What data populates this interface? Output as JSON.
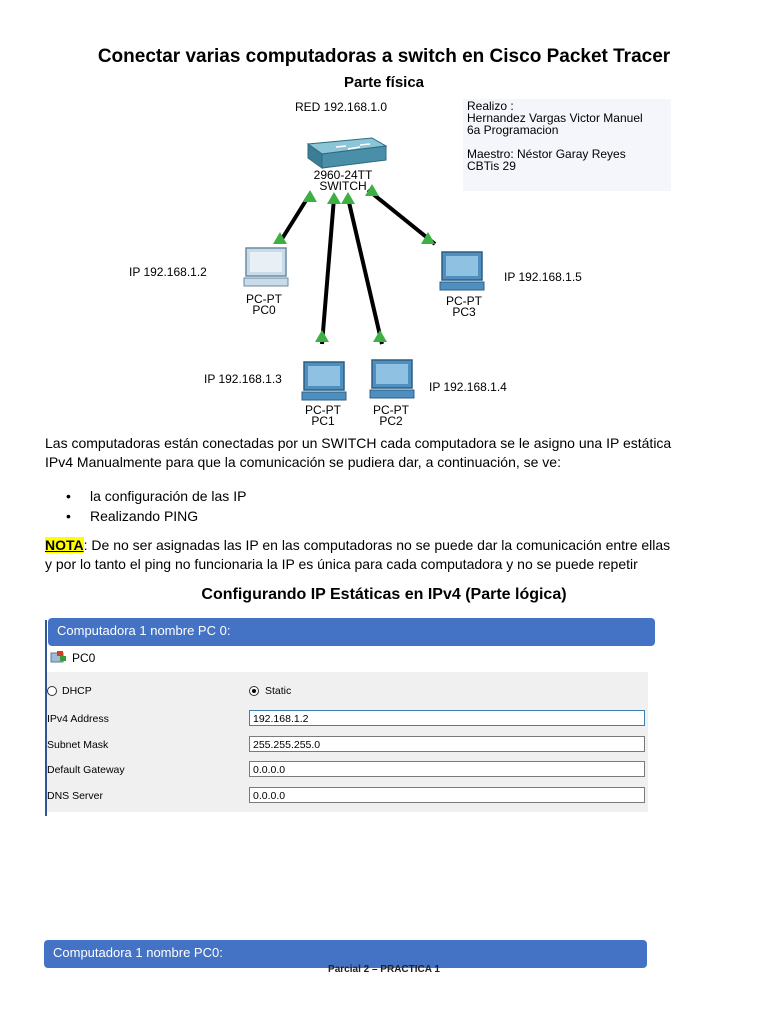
{
  "document": {
    "title": "Conectar varias computadoras a switch en Cisco Packet Tracer",
    "subtitle": "Parte física"
  },
  "topology": {
    "network_label": "RED 192.168.1.0",
    "switch": {
      "model": "2960-24TT",
      "name": "SWITCH"
    },
    "info_lines": [
      "Realizo :",
      "Hernandez Vargas Victor Manuel",
      "6a Programacion",
      "",
      "Maestro: Néstor Garay Reyes",
      "CBTis 29"
    ],
    "pcs": [
      {
        "type": "PC-PT",
        "name": "PC0",
        "ip": "IP 192.168.1.2"
      },
      {
        "type": "PC-PT",
        "name": "PC1",
        "ip": "IP 192.168.1.3"
      },
      {
        "type": "PC-PT",
        "name": "PC2",
        "ip": "IP 192.168.1.4"
      },
      {
        "type": "PC-PT",
        "name": "PC3",
        "ip": "IP 192.168.1.5"
      }
    ],
    "colors": {
      "link": "#000000",
      "link_light": "#3cb043",
      "switch": "#4a8fa8",
      "monitor": "#7ab3d8"
    }
  },
  "body": {
    "intro_line1": "Las computadoras están conectadas por un SWITCH cada computadora se le asigno una IP estática",
    "intro_line2": "IPv4 Manualmente para que la comunicación se pudiera dar, a continuación, se ve:",
    "bullets": [
      "la configuración de las IP",
      "Realizando PING"
    ],
    "nota_word": "NOTA",
    "nota_line1": ": De no ser asignadas las IP en las computadoras no se puede dar la comunicación entre ellas",
    "nota_line2": "y por lo tanto el ping no funcionaria la IP es única para cada computadora y no se puede repetir"
  },
  "section_title": "Configurando IP Estáticas en IPv4 (Parte lógica)",
  "panel1": {
    "header": "Computadora 1 nombre PC 0:",
    "window_title": "PC0",
    "dhcp_label": "DHCP",
    "static_label": "Static",
    "selected_mode": "Static",
    "fields": [
      {
        "label": "IPv4 Address",
        "value": "192.168.1.2"
      },
      {
        "label": "Subnet Mask",
        "value": "255.255.255.0"
      },
      {
        "label": "Default Gateway",
        "value": "0.0.0.0"
      },
      {
        "label": "DNS Server",
        "value": "0.0.0.0"
      }
    ]
  },
  "panel2": {
    "header": "Computadora 1 nombre PC0:"
  },
  "footer": "Parcial 2 – PRACTICA 1",
  "colors": {
    "header_bar": "#4472c4",
    "nota_highlight": "#ffff00"
  }
}
